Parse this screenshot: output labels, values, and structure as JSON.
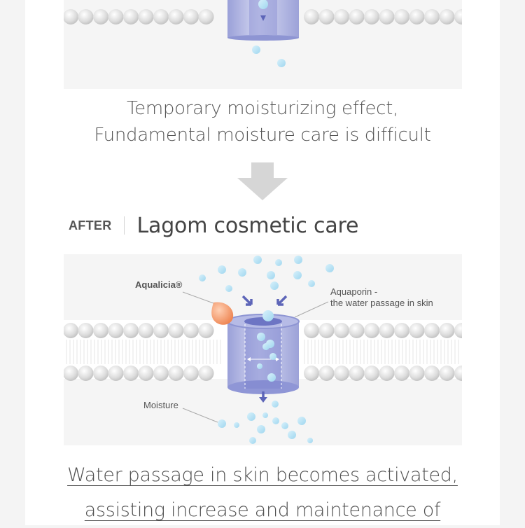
{
  "before": {
    "caption_line1": "Temporary moisturizing effect,",
    "caption_line2": "Fundamental moisture care is difficult"
  },
  "transition": {
    "icon": "arrow-down-icon"
  },
  "after": {
    "label": "AFTER",
    "title": "Lagom cosmetic care",
    "diagram": {
      "aqualicia_label": "Aqualicia®",
      "aquaporin_line1": "Aquaporin -",
      "aquaporin_line2": "the water passage in skin",
      "moisture_label": "Moisture"
    },
    "caption_line1": "Water passage in skin becomes activated,",
    "caption_line2": "assisting increase and maintenance of"
  },
  "colors": {
    "channel": "#8e95d3",
    "water_drop": "#bfe5f6",
    "aqualicia_drop": "#f29a6e",
    "arrow": "#5d65b8"
  }
}
